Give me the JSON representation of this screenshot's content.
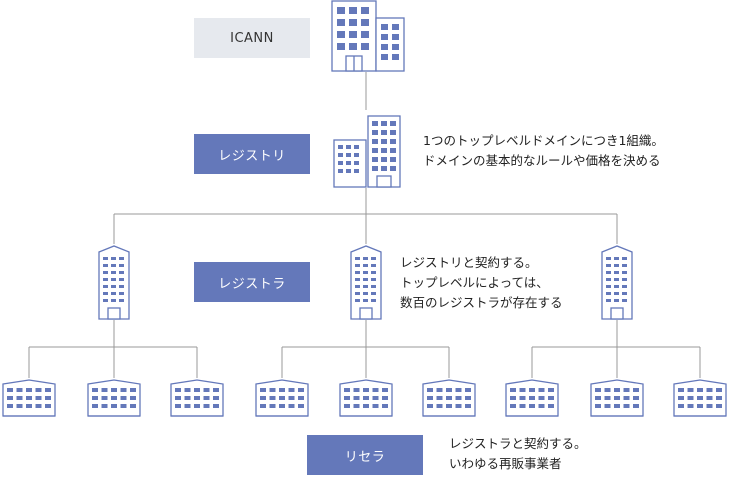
{
  "labels": {
    "icann": "ICANN",
    "registry": "レジストリ",
    "registrar": "レジストラ",
    "reseller": "リセラ"
  },
  "descriptions": {
    "registry": [
      "1つのトップレベルドメインにつき1組織。",
      "ドメインの基本的なルールや価格を決める"
    ],
    "registrar": [
      "レジストリと契約する。",
      "トップレベルによっては、",
      "数百のレジストラが存在する"
    ],
    "reseller": [
      "レジストラと契約する。",
      "いわゆる再販事業者"
    ]
  },
  "icons": {
    "icann": "office-buildings-icon",
    "registry": "office-buildings-icon",
    "registrar": "tower-building-icon",
    "reseller": "low-building-icon"
  },
  "colors": {
    "accent": "#6478ba",
    "gray_box": "#e6e9ee",
    "line": "#999999",
    "icon_stroke": "#6478ba"
  }
}
